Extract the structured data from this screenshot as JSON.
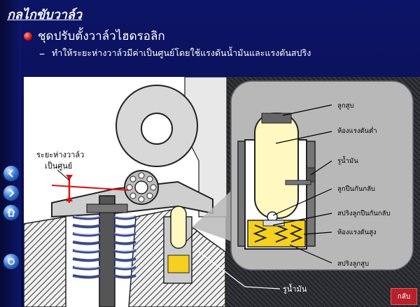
{
  "slide": {
    "title": "กลไกขับวาล์ว",
    "heading": "ชุดปรับตั้งวาล์วไฮดรอลิก",
    "subtext": "ทำให้ระยะห่างวาล์วมีค่าเป็นศูนย์โดยใช้แรงดันน้ำมันและแรงดันสปริง"
  },
  "diagram": {
    "clearance_label_line1": "ระยะห่างวาล์ว",
    "clearance_label_line2": "เป็นศูนย์",
    "oil_hole_bottom": "รูน้ำมัน",
    "callouts": {
      "plunger": "ลูกสูบ",
      "low_pressure_chamber": "ห้องแรงดันต่ำ",
      "oil_hole": "รูน้ำมัน",
      "check_ball": "ลูกปืนกันกลับ",
      "check_ball_spring": "สปริงลูกปืนกันกลับ",
      "high_pressure_chamber": "ห้องแรงดันสูง",
      "plunger_spring": "สปริงลูกสูบ"
    }
  },
  "nav": {
    "back_label": "กลับ",
    "icons": [
      "back-arrow-icon",
      "forward-arrow-icon",
      "home-icon",
      "exit-icon"
    ]
  },
  "colors": {
    "background": "#0a0f52",
    "accent_red": "#e01010",
    "plunger_yellow": "#fff8c0",
    "chamber_yellow": "#f5d020"
  }
}
